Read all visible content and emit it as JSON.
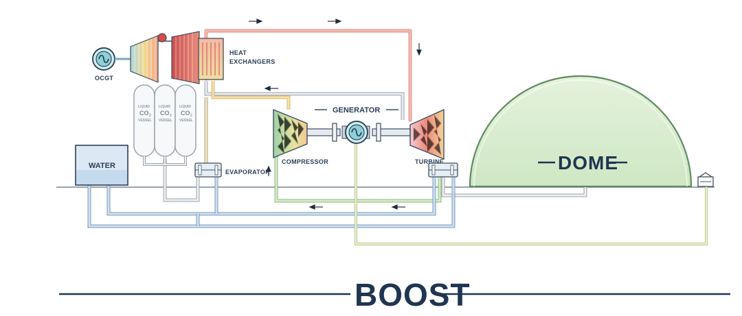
{
  "labels": {
    "ocgt": "OCGT",
    "heat_exchangers_line1": "HEAT",
    "heat_exchangers_line2": "EXCHANGERS",
    "generator": "GENERATOR",
    "compressor": "COMPRESSOR",
    "turbine": "TURBINE",
    "evaporator": "EVAPORATOR",
    "water": "WATER",
    "dome": "DOME",
    "liquid": "LIQUID",
    "co2": "CO",
    "co2_sub": "2",
    "vessel": "VESSEL",
    "title": "BOOST"
  },
  "colors": {
    "hot_pipe": "#f0a6a0",
    "warm_pipe": "#f5d49a",
    "cold_pipe": "#b9cde3",
    "green_pipe": "#c9e6b3",
    "gray_pipe": "#cfd3d8",
    "dome_fill": "#d9ecd0",
    "dome_stroke": "#6b8f6b",
    "water_fill": "#d9e6f3",
    "ink": "#1f3550"
  },
  "icons": [
    "sine-generator-icon",
    "flow-arrow-icon",
    "exchanger-valve-icon",
    "pressure-gauge-icon"
  ]
}
